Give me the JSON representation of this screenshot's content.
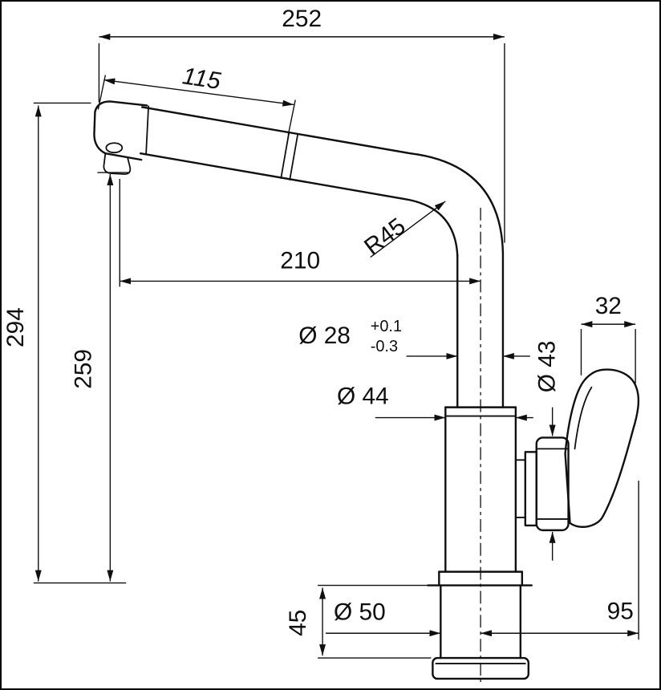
{
  "drawing": {
    "colors": {
      "line": "#0f0f0f",
      "background": "#ffffff"
    },
    "dimensions": {
      "overall_width": "252",
      "spray_head_length": "115",
      "spout_reach": "210",
      "bend_radius": "R45",
      "overall_height": "294",
      "outlet_height": "259",
      "spout_diameter": "Ø 28",
      "spout_diameter_tol_upper": "+0.1",
      "spout_diameter_tol_lower": "-0.3",
      "body_diameter": "Ø 44",
      "handle_diameter": "Ø 43",
      "handle_tip_width": "32",
      "shank_diameter": "Ø 50",
      "shank_length": "45",
      "handle_projection": "95"
    }
  }
}
